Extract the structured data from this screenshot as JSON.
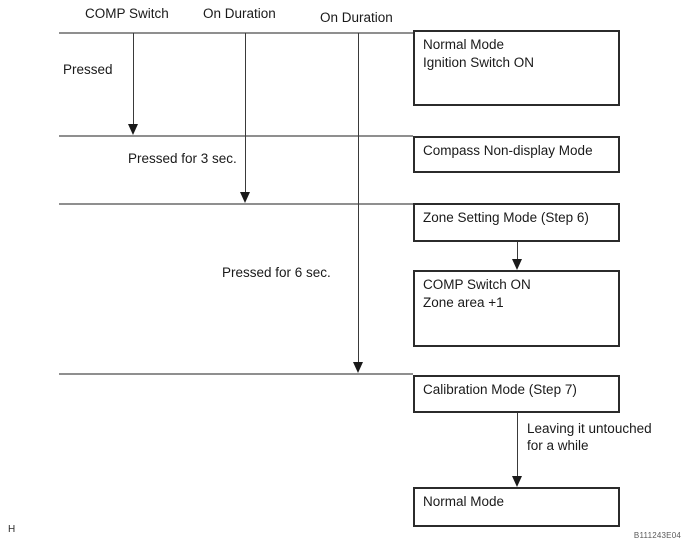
{
  "diagram": {
    "top_labels": [
      {
        "label": "COMP Switch"
      },
      {
        "label": "On Duration"
      },
      {
        "label": "On Duration"
      }
    ],
    "action_labels": {
      "pressed": "Pressed",
      "pressed_3sec": "Pressed for 3 sec.",
      "pressed_6sec": "Pressed for 6 sec.",
      "leaving_line1": "Leaving it untouched",
      "leaving_line2": "for a while"
    },
    "boxes": {
      "normal_mode_top": {
        "line1": "Normal Mode",
        "line2": "Ignition Switch ON"
      },
      "compass_non_display": {
        "line1": "Compass Non-display Mode"
      },
      "zone_setting": {
        "line1": "Zone Setting Mode (Step 6)"
      },
      "comp_switch_on": {
        "line1": "COMP Switch ON",
        "line2": "Zone area +1"
      },
      "calibration": {
        "line1": "Calibration Mode (Step 7)"
      },
      "normal_mode_bottom": {
        "line1": "Normal Mode"
      }
    },
    "footer": {
      "page_marker": "H",
      "figure_id": "B111243E04"
    },
    "colors": {
      "box_border": "#2b2b2b",
      "rule_line": "#8f8f8f",
      "arrow": "#1a1a1a",
      "background": "#ffffff"
    }
  }
}
